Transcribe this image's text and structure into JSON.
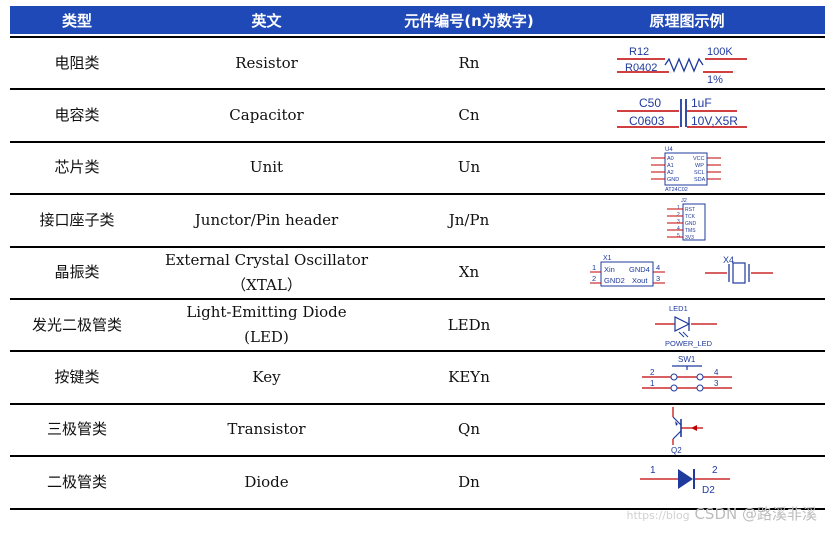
{
  "header": {
    "col_type": "类型",
    "col_english": "英文",
    "col_ref": "元件编号(n为数字)",
    "col_example": "原理图示例"
  },
  "rows": [
    {
      "type": "电阻类",
      "english": "Resistor",
      "english2": "",
      "ref": "Rn"
    },
    {
      "type": "电容类",
      "english": "Capacitor",
      "english2": "",
      "ref": "Cn"
    },
    {
      "type": "芯片类",
      "english": "Unit",
      "english2": "",
      "ref": "Un"
    },
    {
      "type": "接口座子类",
      "english": "Junctor/Pin header",
      "english2": "",
      "ref": "Jn/Pn"
    },
    {
      "type": "晶振类",
      "english": "External Crystal Oscillator",
      "english2": "（XTAL）",
      "ref": "Xn"
    },
    {
      "type": "发光二极管类",
      "english": "Light-Emitting Diode",
      "english2": "(LED)",
      "ref": "LEDn"
    },
    {
      "type": "按键类",
      "english": "Key",
      "english2": "",
      "ref": "KEYn"
    },
    {
      "type": "三极管类",
      "english": "Transistor",
      "english2": "",
      "ref": "Qn"
    },
    {
      "type": "二极管类",
      "english": "Diode",
      "english2": "",
      "ref": "Dn"
    }
  ],
  "symbols": {
    "resistor": {
      "ref": "R12",
      "value": "100K",
      "footprint": "R0402",
      "tolerance": "1%"
    },
    "capacitor": {
      "ref": "C50",
      "value": "1uF",
      "footprint": "C0603",
      "rating": "10V,X5R"
    },
    "chip": {
      "ref": "U4",
      "pins_left": [
        "A0",
        "A1",
        "A2",
        "GND"
      ],
      "pins_right": [
        "VCC",
        "WP",
        "SCL",
        "SDA"
      ],
      "part": "AT24C02"
    },
    "header": {
      "ref": "J2",
      "pins": [
        "RST",
        "TCK",
        "GND",
        "TMS",
        "3V3"
      ],
      "nums": [
        "1",
        "2",
        "3",
        "4",
        "5"
      ]
    },
    "crystal": {
      "ref": "X1",
      "pins": [
        "Xin",
        "GND4",
        "GND2",
        "Xout"
      ],
      "nums": [
        "1",
        "4",
        "2",
        "3"
      ],
      "ref2": "X4"
    },
    "led": {
      "ref": "LED1",
      "label": "POWER_LED"
    },
    "key": {
      "ref": "SW1",
      "nums": [
        "2",
        "4",
        "1",
        "3"
      ]
    },
    "transistor": {
      "ref": "Q2"
    },
    "diode": {
      "ref": "D2",
      "nums": [
        "1",
        "2"
      ]
    }
  },
  "watermark": {
    "url": "https://blog",
    "text": "CSDN @路溪非溪"
  },
  "colors": {
    "header_bg": "#1F49B6",
    "header_text": "#FFFFFF",
    "schematic_red": "#C00000",
    "schematic_blue": "#1F3A9E"
  }
}
